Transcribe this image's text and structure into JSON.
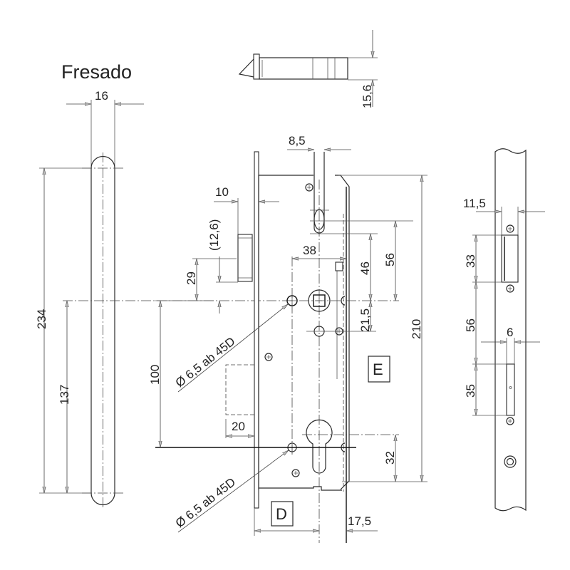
{
  "title": "Fresado",
  "views": {
    "faceplate_milling": {
      "width": "16",
      "total_length": "234",
      "lower_length": "137"
    },
    "top_view": {
      "thickness": "15,6"
    },
    "lock_body": {
      "latch_slot_width": "8,5",
      "latch_width": "10",
      "latch_offset": "(12,6)",
      "latch_height": "29",
      "backset": "38",
      "dim_46": "46",
      "dim_56": "56",
      "dim_21_5": "21,5",
      "total_height": "210",
      "hole_spacing": "100",
      "hole_note_upper": "Ø 6,5 ab 45D",
      "hole_note_lower": "Ø 6,5 ab 45D",
      "recess_width": "20",
      "dim_32": "32",
      "dim_17_5": "17,5",
      "label_e": "E",
      "label_d": "D"
    },
    "strike_plate": {
      "width": "11,5",
      "latch_opening": "33",
      "spacing": "56",
      "bolt_width": "6",
      "bolt_opening": "35"
    }
  }
}
